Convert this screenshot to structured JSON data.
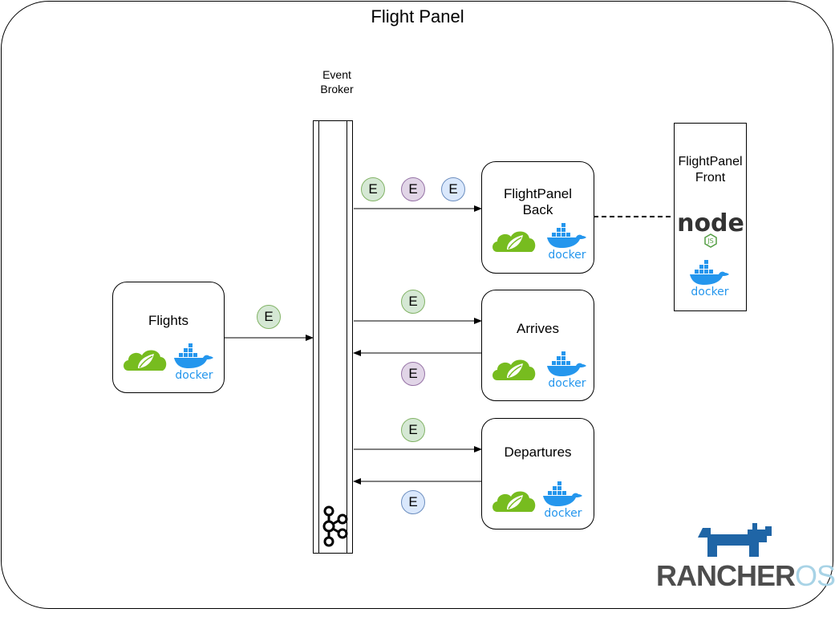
{
  "title": "Flight Panel",
  "broker": {
    "label_line1": "Event",
    "label_line2": "Broker",
    "icon": "kafka-icon"
  },
  "services": {
    "flights": {
      "name": "Flights",
      "icons": [
        "spring-icon",
        "docker-icon"
      ]
    },
    "back": {
      "name_line1": "FlightPanel",
      "name_line2": "Back",
      "icons": [
        "spring-icon",
        "docker-icon"
      ]
    },
    "arrives": {
      "name": "Arrives",
      "icons": [
        "spring-icon",
        "docker-icon"
      ]
    },
    "departures": {
      "name": "Departures",
      "icons": [
        "spring-icon",
        "docker-icon"
      ]
    },
    "front": {
      "name_line1": "FlightPanel",
      "name_line2": "Front",
      "icons": [
        "nodejs-icon",
        "docker-icon"
      ]
    }
  },
  "event_letter": "E",
  "docker_word": "docker",
  "node_word": "node",
  "node_badge": "JS",
  "rancher": {
    "word": "RANCHER",
    "suffix": "OS"
  },
  "colors": {
    "event_green": "#d5e8d4",
    "event_purple": "#e1d5e7",
    "event_blue": "#dae8fc",
    "spring": "#77bc1f",
    "docker": "#2496ed",
    "rancher_logo": "#1f65a6",
    "rancher_text": "#4d4d4d"
  }
}
